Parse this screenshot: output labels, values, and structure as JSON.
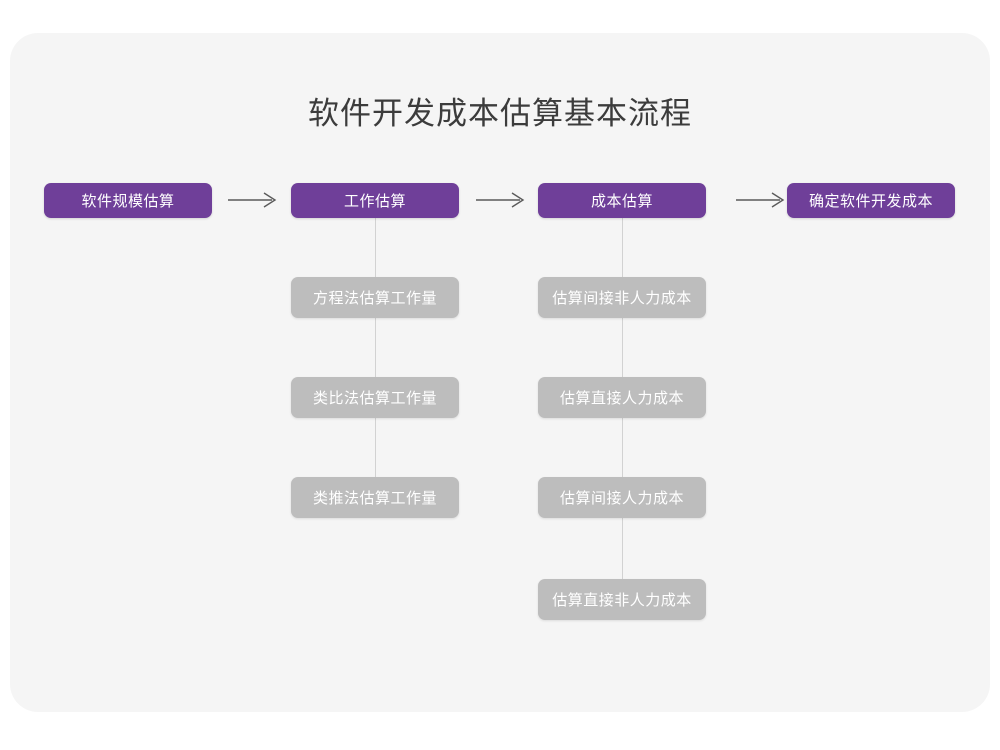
{
  "page": {
    "title": "软件开发成本估算基本流程",
    "background_color": "#ffffff",
    "card_color": "#f5f5f5",
    "accent_color": "#6f3f99",
    "secondary_color": "#bdbdbd",
    "connector_color": "#d2d2d2",
    "title_color": "#3c3c3c"
  },
  "flow": {
    "steps": [
      {
        "id": "step-1",
        "label": "软件规模估算",
        "substeps": []
      },
      {
        "id": "step-2",
        "label": "工作估算",
        "substeps": [
          {
            "id": "step-2-sub-1",
            "label": "方程法估算工作量"
          },
          {
            "id": "step-2-sub-2",
            "label": "类比法估算工作量"
          },
          {
            "id": "step-2-sub-3",
            "label": "类推法估算工作量"
          }
        ]
      },
      {
        "id": "step-3",
        "label": "成本估算",
        "substeps": [
          {
            "id": "step-3-sub-1",
            "label": "估算间接非人力成本"
          },
          {
            "id": "step-3-sub-2",
            "label": "估算直接人力成本"
          },
          {
            "id": "step-3-sub-3",
            "label": "估算间接人力成本"
          },
          {
            "id": "step-3-sub-4",
            "label": "估算直接非人力成本"
          }
        ]
      },
      {
        "id": "step-4",
        "label": "确定软件开发成本",
        "substeps": []
      }
    ],
    "arrows": [
      {
        "id": "arrow-1",
        "icon": "arrow-right-icon"
      },
      {
        "id": "arrow-2",
        "icon": "arrow-right-icon"
      },
      {
        "id": "arrow-3",
        "icon": "arrow-right-icon"
      }
    ]
  }
}
